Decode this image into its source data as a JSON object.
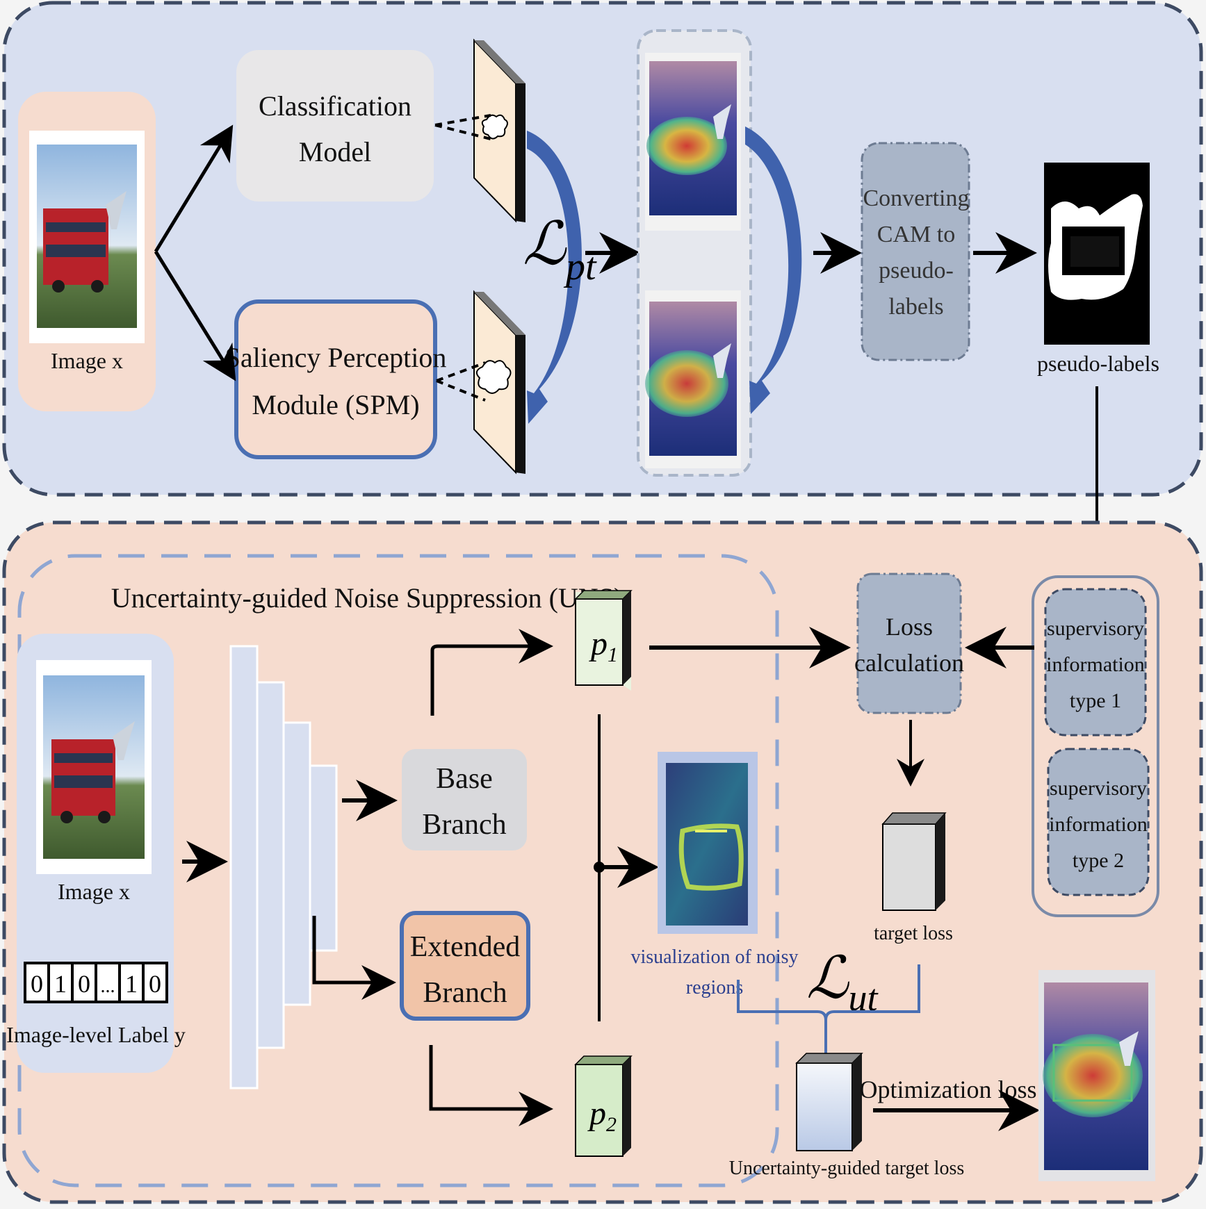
{
  "top": {
    "image_label": "Image x",
    "classification_model": [
      "Classification",
      "Model"
    ],
    "spm": [
      "Saliency Perception",
      "Module (SPM)"
    ],
    "loss_pt_symbol": "ℒ",
    "loss_pt_sub": "pt",
    "converting": [
      "Converting",
      "CAM to",
      "pseudo-",
      "labels"
    ],
    "pseudo_labels": "pseudo-labels"
  },
  "bottom": {
    "uns_title": "Uncertainty-guided Noise Suppression (UNS)",
    "image_label": "Image x",
    "label_bits": [
      "0",
      "1",
      "0",
      "...",
      "1",
      "0"
    ],
    "label_caption": "Image-level Label y",
    "base_branch": [
      "Base",
      "Branch"
    ],
    "extended_branch": [
      "Extended",
      "Branch"
    ],
    "p1_letter": "p",
    "p1_sub": "1",
    "p2_letter": "p",
    "p2_sub": "2",
    "noisy_caption": [
      "visualization of noisy",
      "regions"
    ],
    "loss_calc": [
      "Loss",
      "calculation"
    ],
    "sup1": [
      "supervisory",
      "information",
      "type 1"
    ],
    "sup2": [
      "supervisory",
      "information",
      "type 2"
    ],
    "target_loss": "target loss",
    "loss_ut_symbol": "ℒ",
    "loss_ut_sub": "ut",
    "uncertainty_loss": "Uncertainty-guided target loss",
    "optimization_loss": "Optimization loss"
  },
  "colors": {
    "top_panel": "#d8dff0",
    "bottom_panel": "#f6dccf",
    "dash": "#3d4a63",
    "blue_accent": "#4a6fb3",
    "grey_box": "#a9b5c8"
  }
}
